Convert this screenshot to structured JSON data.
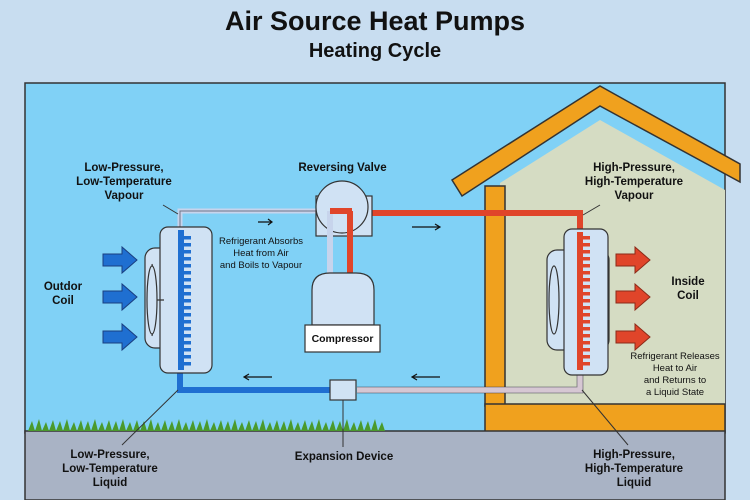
{
  "title": "Air Source Heat Pumps",
  "subtitle": "Heating Cycle",
  "labels": {
    "outdoor_vapour": "Low-Pressure,\nLow-Temperature\nVapour",
    "reversing_valve": "Reversing Valve",
    "indoor_vapour": "High-Pressure,\nHigh-Temperature\nVapour",
    "outdoor_coil": "Outdor\nCoil",
    "inside_coil": "Inside\nCoil",
    "absorbs": "Refrigerant Absorbs\nHeat from Air\nand Boils to Vapour",
    "releases": "Refrigerant Releases\nHeat to Air\nand Returns to\na Liquid State",
    "compressor": "Compressor",
    "outdoor_liquid": "Low-Pressure,\nLow-Temperature\nLiquid",
    "expansion": "Expansion Device",
    "indoor_liquid": "High-Pressure,\nHigh-Temperature\nLiquid"
  },
  "colors": {
    "cold": "#1f6fd1",
    "hot": "#e0452a",
    "house": "#f0a11e",
    "wall": "#d6dcc4",
    "sky": "#7fd0f5",
    "ground": "#a9b3c4"
  }
}
